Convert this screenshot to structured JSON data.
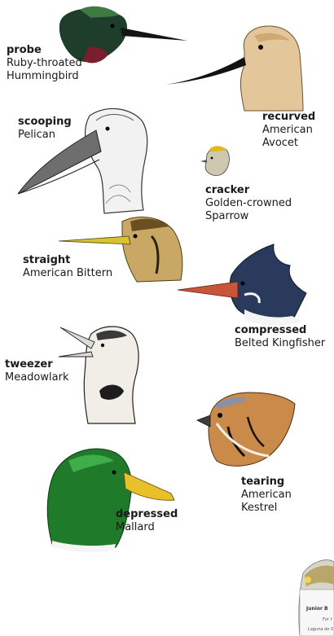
{
  "birds": [
    {
      "id": "hummingbird",
      "beak_type": "probe",
      "name_line1": "Ruby-throated",
      "name_line2": "Hummingbird"
    },
    {
      "id": "avocet",
      "beak_type": "recurved",
      "name_line1": "American",
      "name_line2": "Avocet"
    },
    {
      "id": "pelican",
      "beak_type": "scooping",
      "name_line1": "Pelican",
      "name_line2": ""
    },
    {
      "id": "sparrow",
      "beak_type": "cracker",
      "name_line1": "Golden-crowned",
      "name_line2": "Sparrow"
    },
    {
      "id": "bittern",
      "beak_type": "straight",
      "name_line1": "American Bittern",
      "name_line2": ""
    },
    {
      "id": "kingfisher",
      "beak_type": "compressed",
      "name_line1": "Belted Kingfisher",
      "name_line2": ""
    },
    {
      "id": "meadowlark",
      "beak_type": "tweezer",
      "name_line1": "Meadowlark",
      "name_line2": ""
    },
    {
      "id": "kestrel",
      "beak_type": "tearing",
      "name_line1": "American",
      "name_line2": "Kestrel"
    },
    {
      "id": "mallard",
      "beak_type": "depressed",
      "name_line1": "Mallard",
      "name_line2": ""
    }
  ],
  "corner_card": {
    "title": "Junior B",
    "sub1": "For t",
    "sub2": "Laguna de S"
  },
  "colors": {
    "text": "#1a1a1a",
    "mallard_green": "#1f7a2a",
    "mallard_bill": "#e8c02a",
    "kingfisher_blue": "#2a3a5c",
    "kingfisher_bill": "#c8553a",
    "avocet_tan": "#e3c79a",
    "kestrel_rust": "#c98a4a"
  }
}
